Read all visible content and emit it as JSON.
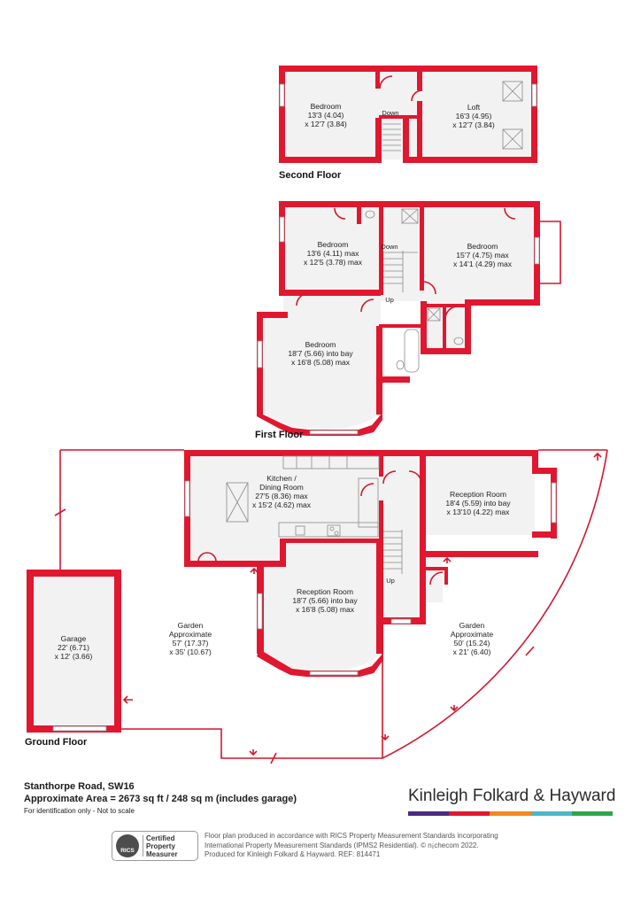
{
  "floors": {
    "second": "Second Floor",
    "first": "First Floor",
    "ground": "Ground Floor"
  },
  "rooms": {
    "second_bedroom": {
      "name": "Bedroom",
      "dim1": "13'3 (4.04)",
      "dim2": "x 12'7 (3.84)"
    },
    "loft": {
      "name": "Loft",
      "dim1": "16'3 (4.95)",
      "dim2": "x 12'7 (3.84)"
    },
    "first_bedroom_left": {
      "name": "Bedroom",
      "dim1": "13'6 (4.11) max",
      "dim2": "x 12'5 (3.78) max"
    },
    "first_bedroom_right": {
      "name": "Bedroom",
      "dim1": "15'7 (4.75) max",
      "dim2": "x 14'1 (4.29) max"
    },
    "first_bedroom_bay": {
      "name": "Bedroom",
      "dim1": "18'7 (5.66) into bay",
      "dim2": "x 16'8 (5.08) max"
    },
    "kitchen": {
      "name": "Kitchen /",
      "name2": "Dining Room",
      "dim1": "27'5 (8.36) max",
      "dim2": "x 15'2 (4.62) max"
    },
    "reception_right": {
      "name": "Reception Room",
      "dim1": "18'4 (5.59) into bay",
      "dim2": "x 13'10 (4.22) max"
    },
    "reception_bay": {
      "name": "Reception Room",
      "dim1": "18'7 (5.66) into bay",
      "dim2": "x 16'8 (5.08) max"
    },
    "garage": {
      "name": "Garage",
      "dim1": "22' (6.71)",
      "dim2": "x 12' (3.66)"
    },
    "garden_left": {
      "name": "Garden",
      "line2": "Approximate",
      "dim1": "57' (17.37)",
      "dim2": "x 35' (10.67)"
    },
    "garden_right": {
      "name": "Garden",
      "line2": "Approximate",
      "dim1": "50' (15.24)",
      "dim2": "x 21' (6.40)"
    }
  },
  "stairs": {
    "down": "Down",
    "up": "Up"
  },
  "footer": {
    "address": "Stanthorpe Road, SW16",
    "area": "Approximate Area = 2673 sq ft / 248 sq m (includes garage)",
    "identification": "For identification only - Not to scale",
    "brand": "Kinleigh Folkard & Hayward",
    "brand_colors": [
      "#4a2a82",
      "#e0172f",
      "#f18a1f",
      "#4ab7c8",
      "#2ea64a"
    ],
    "rics_badge": "RICS",
    "rics_line1": "Certified",
    "rics_line2": "Property",
    "rics_line3": "Measurer",
    "notice_line1": "Floor plan produced in accordance with RICS Property Measurement Standards incorporating",
    "notice_line2": "International Property Measurement Standards (IPMS2 Residential).  © n¡checom 2022.",
    "notice_line3": "Produced for Kinleigh Folkard & Hayward.   REF: 814471"
  },
  "colors": {
    "wall": "#e0172f",
    "floor": "#f2f2f2"
  }
}
